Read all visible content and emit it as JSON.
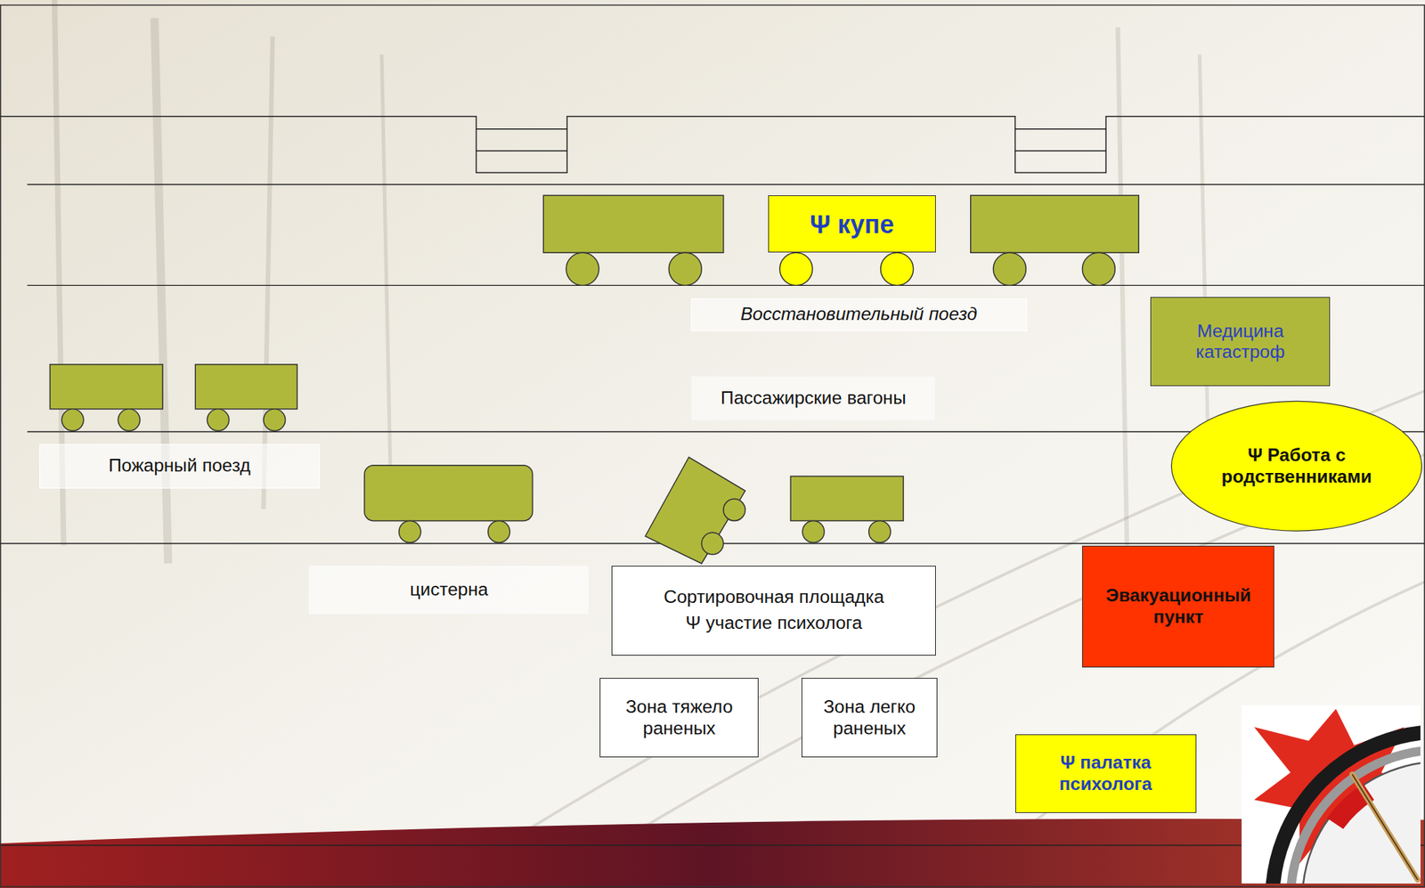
{
  "diagram": {
    "nodes": [
      {
        "text": [
          "Ψ купе"
        ]
      },
      {
        "text": [
          "Восстановительный поезд"
        ]
      },
      {
        "text": [
          "Медицина катастроф"
        ]
      },
      {
        "text": [
          "Пассажирские вагоны"
        ]
      },
      {
        "text": [
          "Ψ Работа с родственниками"
        ]
      },
      {
        "text": [
          "Пожарный поезд"
        ]
      },
      {
        "text": [
          "цистерна"
        ]
      },
      {
        "text": [
          "Сортировочная площадка",
          "Ψ участие психолога"
        ]
      },
      {
        "text": [
          "Эвакуационный пункт"
        ]
      },
      {
        "text": [
          "Зона тяжело раненых"
        ]
      },
      {
        "text": [
          "Зона легко раненых"
        ]
      },
      {
        "text": [
          "Ψ палатка психолога"
        ]
      }
    ]
  }
}
